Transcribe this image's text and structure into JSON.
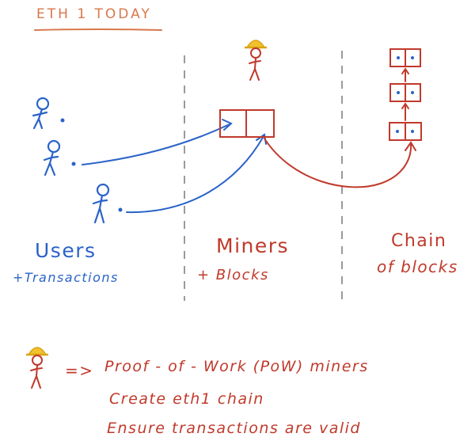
{
  "title": "ETH 1 TODAY",
  "columns": {
    "users": {
      "label": "Users",
      "sublabel": "+Transactions"
    },
    "miners": {
      "label": "Miners",
      "sublabel": "+ Blocks"
    },
    "chain": {
      "label_line1": "Chain",
      "label_line2": "of blocks"
    }
  },
  "notes": {
    "arrow": "=>",
    "line1": "Proof - of - Work (PoW) miners",
    "line2": "Create eth1 chain",
    "line3": "Ensure transactions are valid"
  },
  "colors": {
    "title": "#d9774a",
    "red": "#c0392b",
    "blue": "#2a63c8",
    "helmet": "#f2c12e",
    "divider": "#9a9a9a"
  }
}
